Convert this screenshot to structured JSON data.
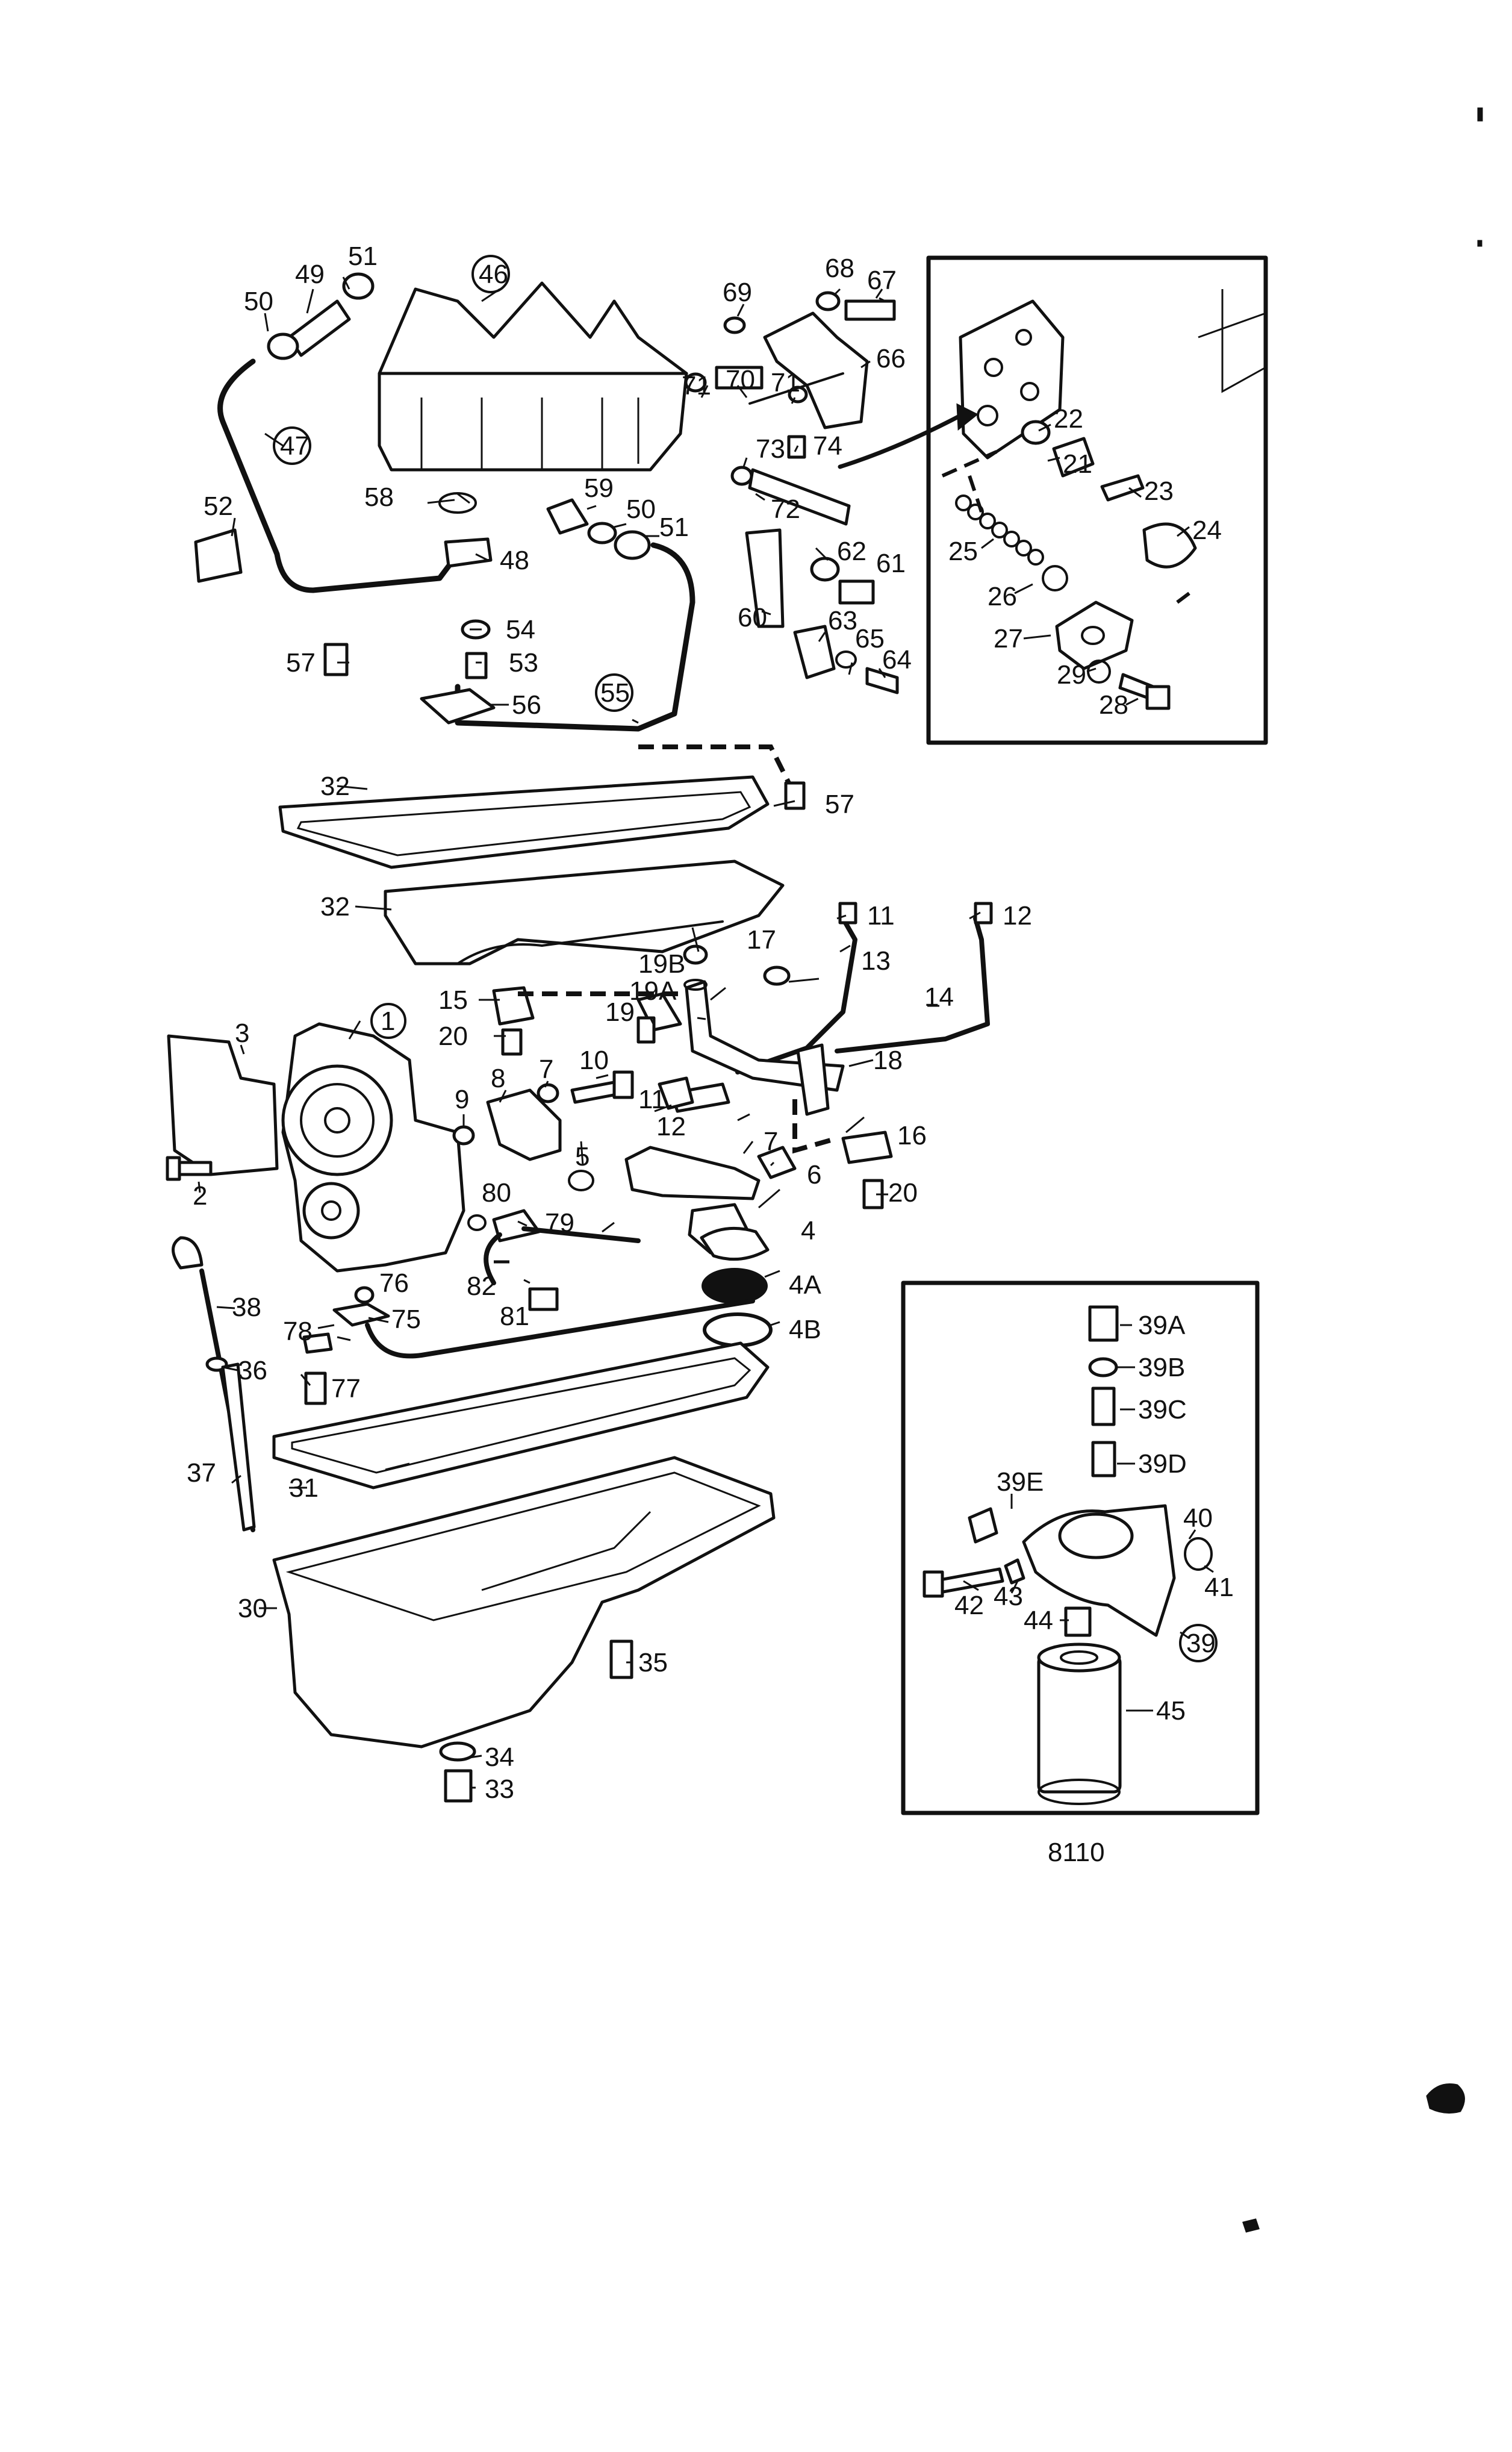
{
  "diagram": {
    "figure_number": "8110",
    "callouts": {
      "c1": "1",
      "c2": "2",
      "c3": "3",
      "c4": "4",
      "c4a": "4A",
      "c4b": "4B",
      "c5": "5",
      "c6": "6",
      "c7a": "7",
      "c7b": "7",
      "c8": "8",
      "c9": "9",
      "c10": "10",
      "c11a": "11",
      "c11b": "11",
      "c12a": "12",
      "c12b": "12",
      "c13": "13",
      "c14": "14",
      "c15": "15",
      "c16": "16",
      "c17": "17",
      "c18": "18",
      "c19": "19",
      "c19a": "19A",
      "c19b": "19B",
      "c20a": "20",
      "c20b": "20",
      "c21": "21",
      "c22": "22",
      "c23": "23",
      "c24": "24",
      "c25": "25",
      "c26": "26",
      "c27": "27",
      "c28": "28",
      "c29": "29",
      "c30": "30",
      "c31": "31",
      "c32a": "32",
      "c32b": "32",
      "c33": "33",
      "c34": "34",
      "c35": "35",
      "c36": "36",
      "c37": "37",
      "c38": "38",
      "c39": "39",
      "c39a": "39A",
      "c39b": "39B",
      "c39c": "39C",
      "c39d": "39D",
      "c39e": "39E",
      "c40": "40",
      "c41": "41",
      "c42": "42",
      "c43": "43",
      "c44": "44",
      "c45": "45",
      "c46": "46",
      "c47": "47",
      "c48": "48",
      "c49": "49",
      "c50a": "50",
      "c50b": "50",
      "c51a": "51",
      "c51b": "51",
      "c52": "52",
      "c53": "53",
      "c54": "54",
      "c55": "55",
      "c56": "56",
      "c57a": "57",
      "c57b": "57",
      "c58": "58",
      "c59": "59",
      "c60": "60",
      "c61": "61",
      "c62": "62",
      "c63": "63",
      "c64": "64",
      "c65": "65",
      "c66": "66",
      "c67": "67",
      "c68": "68",
      "c69": "69",
      "c70": "70",
      "c71a": "71",
      "c71b": "71",
      "c72": "72",
      "c73": "73",
      "c74": "74",
      "c75": "75",
      "c76": "76",
      "c77": "77",
      "c78": "78",
      "c79": "79",
      "c80": "80",
      "c81": "81",
      "c82": "82"
    }
  }
}
